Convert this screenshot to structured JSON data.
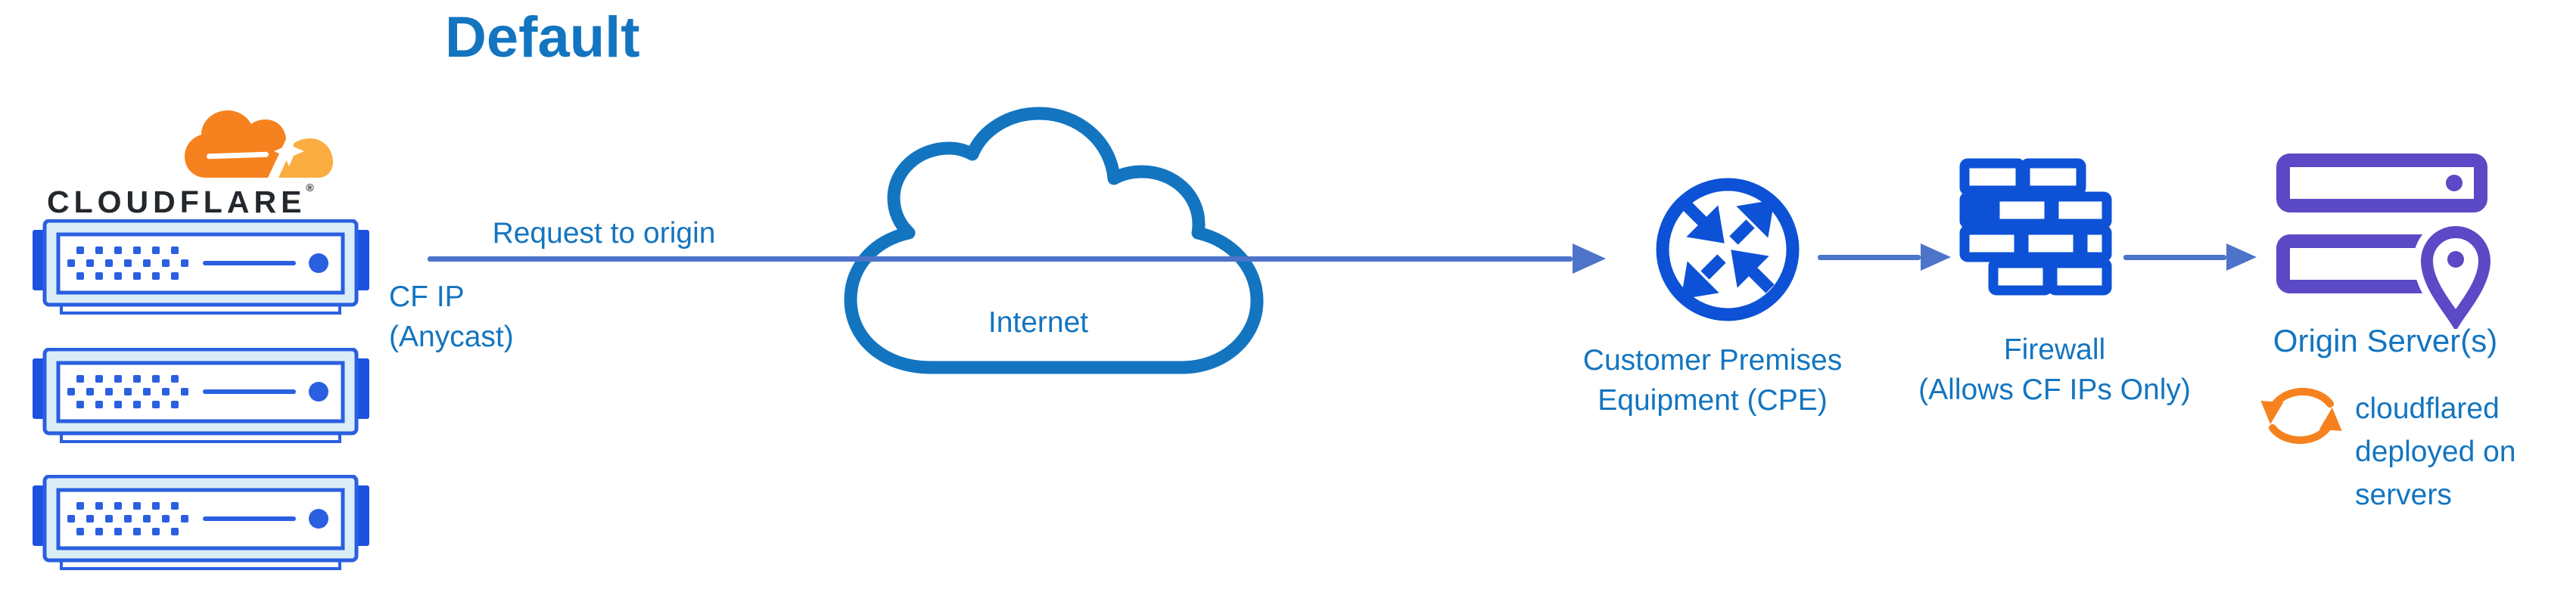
{
  "title": "Default",
  "brand": {
    "wordmark": "CLOUDFLARE",
    "registered": "®"
  },
  "flow_labels": {
    "request_to_origin": "Request to origin",
    "cf_ip_line1": "CF IP",
    "cf_ip_line2": "(Anycast)"
  },
  "nodes": {
    "cloudflare_edge": {
      "icon": "server-rack-icon",
      "count": 3
    },
    "internet": {
      "label": "Internet",
      "icon": "cloud-icon"
    },
    "cpe": {
      "label_line1": "Customer Premises",
      "label_line2": "Equipment (CPE)",
      "icon": "router-exchange-icon"
    },
    "firewall": {
      "label_line1": "Firewall",
      "label_line2": "(Allows CF IPs Only)",
      "icon": "brick-wall-icon"
    },
    "origin": {
      "label": "Origin Server(s)",
      "icon": "origin-servers-location-icon"
    }
  },
  "annotation": {
    "icon": "sync-icon",
    "line1": "cloudflared",
    "line2": "deployed on",
    "line3": "servers"
  },
  "icons": {
    "logo": "cloudflare-logo-icon",
    "edge": "server-rack-icon",
    "internet": "cloud-icon",
    "cpe": "router-exchange-icon",
    "firewall": "brick-wall-icon",
    "origin": "origin-servers-location-icon",
    "cloudflared": "sync-icon"
  },
  "colors": {
    "accent_blue": "#1375c0",
    "icon_blue": "#0d52d6",
    "rack_border": "#2a5fe0",
    "rack_fill": "#dbeef7",
    "rack_tab": "#1d52e0",
    "arrow_blue": "#4d74c9",
    "purple": "#5b49c6",
    "orange": "#f6821f",
    "orange_light": "#fbad41",
    "wordmark_black": "#23282d",
    "bg": "#ffffff"
  }
}
